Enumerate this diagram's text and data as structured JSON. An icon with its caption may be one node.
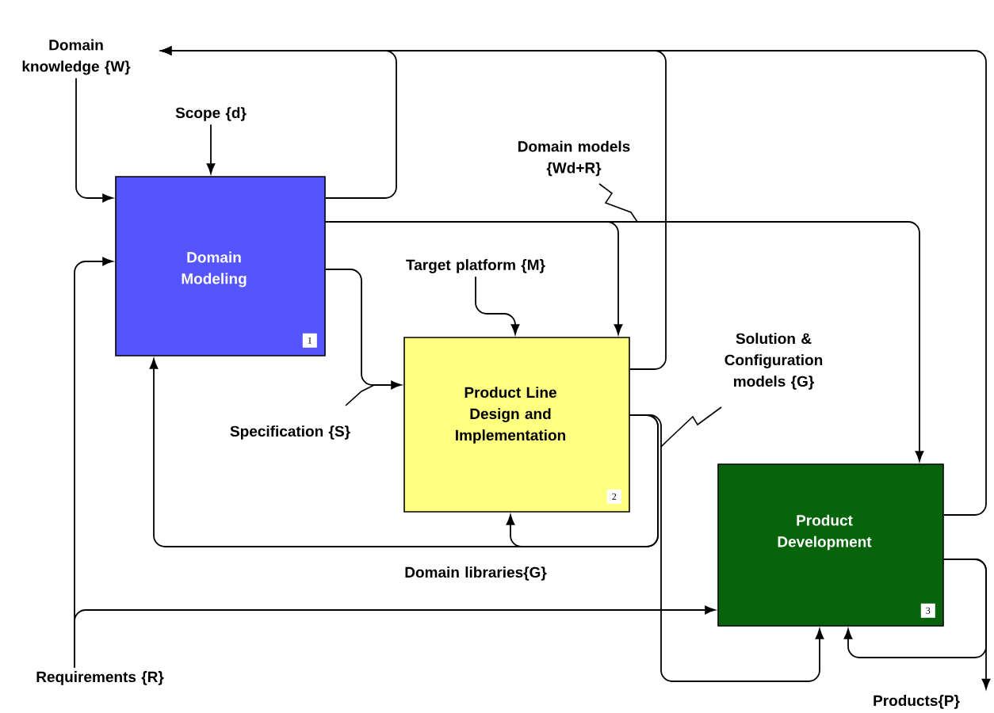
{
  "diagram": {
    "nodes": [
      {
        "text": [
          "Domain Modeling",
          "1"
        ]
      },
      {
        "text": [
          "Product Line Design and Implementation",
          "2"
        ]
      },
      {
        "text": [
          "Product Development",
          "3"
        ]
      },
      {
        "text": [
          "Domain knowledge {W}"
        ]
      },
      {
        "text": [
          "Scope {d}"
        ]
      },
      {
        "text": [
          "Target platform {M}"
        ]
      },
      {
        "text": [
          "Requirements {R}"
        ]
      },
      {
        "text": [
          "Products{P}"
        ]
      }
    ],
    "edges": [
      {
        "from": 3,
        "to": 0,
        "arrow": "to"
      },
      {
        "from": 4,
        "to": 0,
        "arrow": "to"
      },
      {
        "from": 0,
        "to": 3,
        "arrow": "to"
      },
      {
        "from": 1,
        "to": 3,
        "arrow": "to"
      },
      {
        "from": 2,
        "to": 3,
        "arrow": "to"
      },
      {
        "from": 0,
        "to": 1,
        "arrow": "to"
      },
      {
        "from": 0,
        "to": 2,
        "arrow": "to",
        "label": "Domain models {Wd+R}"
      },
      {
        "from": 0,
        "to": 1,
        "arrow": "to",
        "label": "Specification {S}"
      },
      {
        "from": 5,
        "to": 1,
        "arrow": "to"
      },
      {
        "from": 1,
        "to": 0,
        "arrow": "to",
        "label": "Domain libraries{G}"
      },
      {
        "from": 1,
        "to": 1,
        "arrow": "to"
      },
      {
        "from": 1,
        "to": 2,
        "arrow": "to",
        "label": "Solution & Configuration models {G}"
      },
      {
        "from": 6,
        "to": 0,
        "arrow": "to"
      },
      {
        "from": 6,
        "to": 2,
        "arrow": "to"
      },
      {
        "from": 2,
        "to": 7,
        "arrow": "to"
      },
      {
        "from": 2,
        "to": 2,
        "arrow": "to"
      }
    ]
  }
}
